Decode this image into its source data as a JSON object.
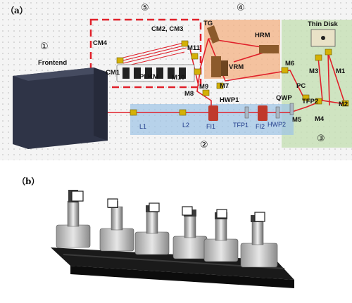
{
  "panels": {
    "a": "（a）",
    "b": "（b）"
  },
  "circled": {
    "c1": "①",
    "c2": "②",
    "c3": "③",
    "c4": "④",
    "c5": "⑤"
  },
  "labels": {
    "frontend": "Frontend",
    "thin_disk": "Thin Disk",
    "tg": "TG",
    "hrm": "HRM",
    "vrm": "VRM",
    "cm4": "CM4",
    "cm2_cm3": "CM2, CM3",
    "cm1": "CM1",
    "plkm": "PLKM",
    "m11": "M11",
    "m10": "M10",
    "m9": "M9",
    "m8": "M8",
    "m7": "M7",
    "m6": "M6",
    "m5": "M5",
    "m4": "M4",
    "m3": "M3",
    "m2": "M2",
    "m1": "M1",
    "pc": "PC",
    "qwp": "QWP",
    "tfp2": "TFP2",
    "hwp1": "HWP1",
    "hwp2": "HWP2",
    "tfp1": "TFP1",
    "fi1": "FI1",
    "fi2": "FI2",
    "l1": "L1",
    "l2": "L2"
  },
  "colors": {
    "beam": "#e0202a",
    "dashed_box": "#e0202a",
    "zone_orange": "#f4b183",
    "zone_green": "#c5e0b4",
    "zone_blue": "#9dc3e6",
    "frontend_box": "#2f3447",
    "bench": "#f2f2f2",
    "mount_gold": "#d4b106",
    "rail": "#1a1a1a"
  }
}
